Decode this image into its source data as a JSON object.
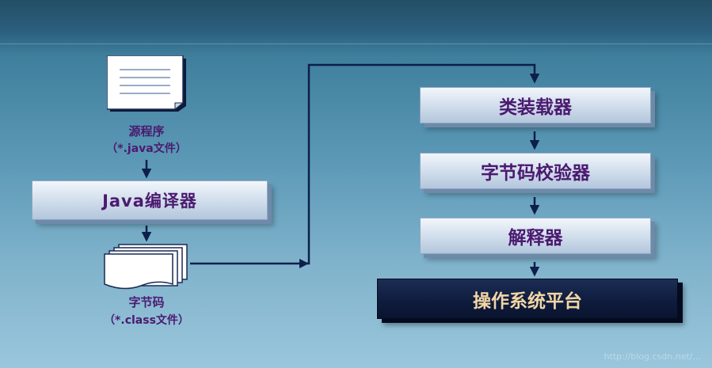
{
  "diagram": {
    "source_file": {
      "title": "源程序",
      "subtitle": "（*.java文件）"
    },
    "compiler": {
      "label": "Java编译器"
    },
    "bytecode_file": {
      "title": "字节码",
      "subtitle": "（*.class文件）"
    },
    "stages": [
      {
        "label": "类装载器"
      },
      {
        "label": "字节码校验器"
      },
      {
        "label": "解释器"
      }
    ],
    "platform": {
      "label": "操作系统平台"
    },
    "colors": {
      "box_text": "#4b1a70",
      "platform_text": "#f2d6a5",
      "arrow": "#0d1f4a",
      "platform_fill": "#0e1b3c"
    }
  },
  "watermark": "http://blog.csdn.net/..."
}
